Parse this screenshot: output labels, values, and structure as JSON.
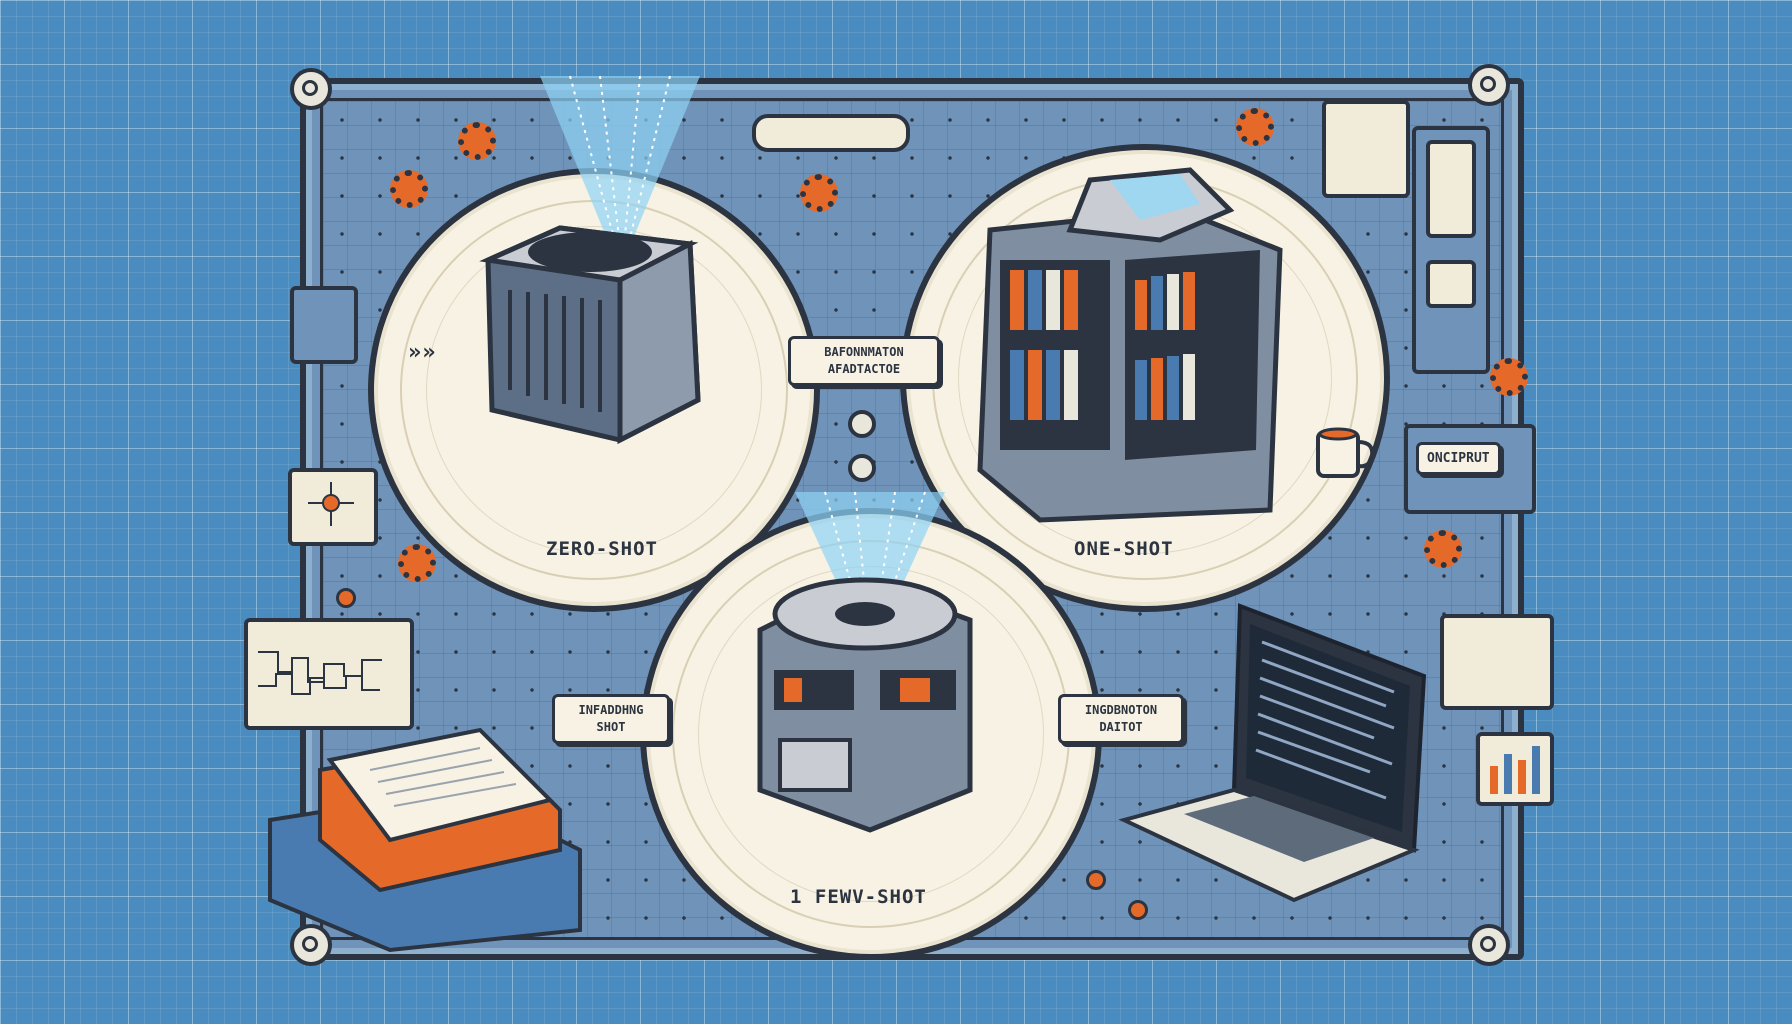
{
  "diagram": {
    "nodes": [
      {
        "id": "zero",
        "label": "ZERO-SHOT"
      },
      {
        "id": "one",
        "label": "ONE-SHOT"
      },
      {
        "id": "few",
        "label": "1 FEWV-SHOT"
      }
    ],
    "connector_tags": {
      "center_top": [
        "BAFONNMATON",
        "AFADTACTOE"
      ],
      "bottom_left": [
        "INFADDHNG",
        "SHOT"
      ],
      "bottom_right": [
        "INGDBNOTON",
        "DAITOT"
      ]
    },
    "side_panel_label": "ONCIPRUT",
    "chevrons": "»»"
  },
  "colors": {
    "background": "#4a8cc0",
    "board": "#6f93b9",
    "ink": "#2b3440",
    "cream": "#f7f2e3",
    "accent": "#e56a2a",
    "beam": "#8fd3f5"
  }
}
